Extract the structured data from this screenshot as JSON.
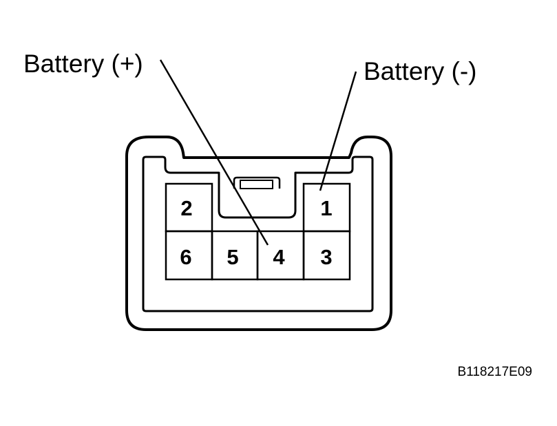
{
  "labels": {
    "battery_positive": "Battery (+)",
    "battery_negative": "Battery (-)"
  },
  "pins": {
    "p1": "1",
    "p2": "2",
    "p3": "3",
    "p4": "4",
    "p5": "5",
    "p6": "6"
  },
  "reference_code": "B118217E09"
}
